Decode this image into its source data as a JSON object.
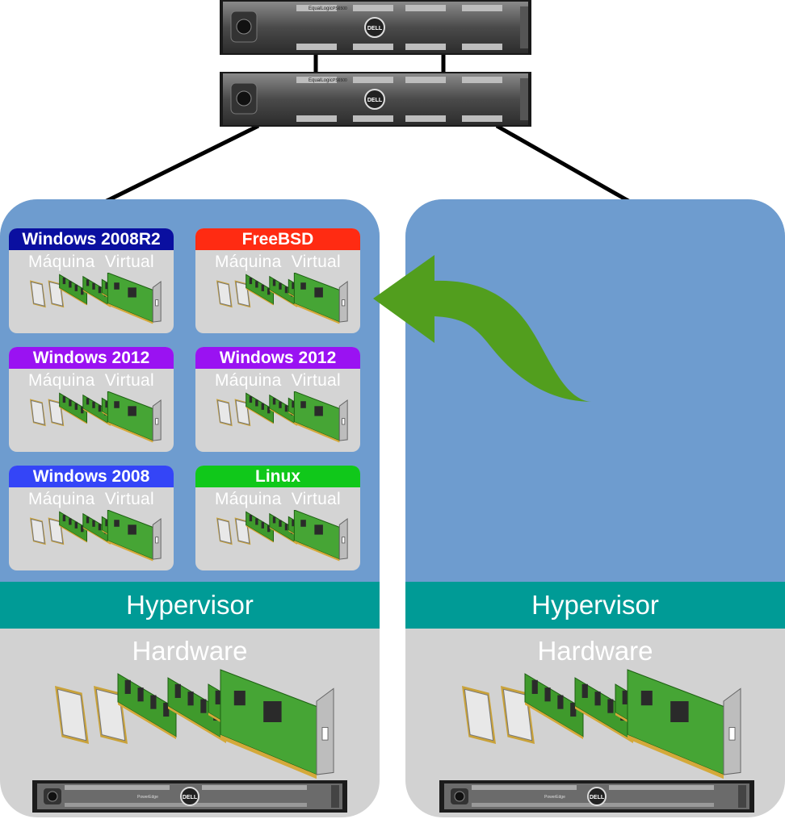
{
  "storage": {
    "brand": "DELL",
    "model_label": "EqualLogic",
    "model_code": "PS6500"
  },
  "hosts": [
    {
      "hypervisor_label": "Hypervisor",
      "hardware_label": "Hardware",
      "vms": [
        {
          "os": "Windows 2008R2",
          "subtitle": "Máquina Virtual",
          "color": "#0a0fa0"
        },
        {
          "os": "FreeBSD",
          "subtitle": "Máquina Virtual",
          "color": "#ff2b12"
        },
        {
          "os": "Windows 2012",
          "subtitle": "Máquina Virtual",
          "color": "#9a12f2"
        },
        {
          "os": "Windows 2012",
          "subtitle": "Máquina Virtual",
          "color": "#9a12f2"
        },
        {
          "os": "Windows 2008",
          "subtitle": "Máquina Virtual",
          "color": "#3445f7"
        },
        {
          "os": "Linux",
          "subtitle": "Máquina Virtual",
          "color": "#10c81a"
        }
      ]
    },
    {
      "hypervisor_label": "Hypervisor",
      "hardware_label": "Hardware",
      "vms": []
    }
  ],
  "server": {
    "brand": "DELL",
    "model": "PowerEdge"
  },
  "colors": {
    "host_blue": "#6e9ccf",
    "hypervisor": "#009b96",
    "hardware": "#d2d2d2",
    "migration_arrow": "#529e1e"
  },
  "icons": [
    "storage-array-icon",
    "migration-arrow-icon",
    "cpu-chip-icon",
    "ram-module-icon",
    "expansion-card-icon",
    "rack-server-icon"
  ]
}
